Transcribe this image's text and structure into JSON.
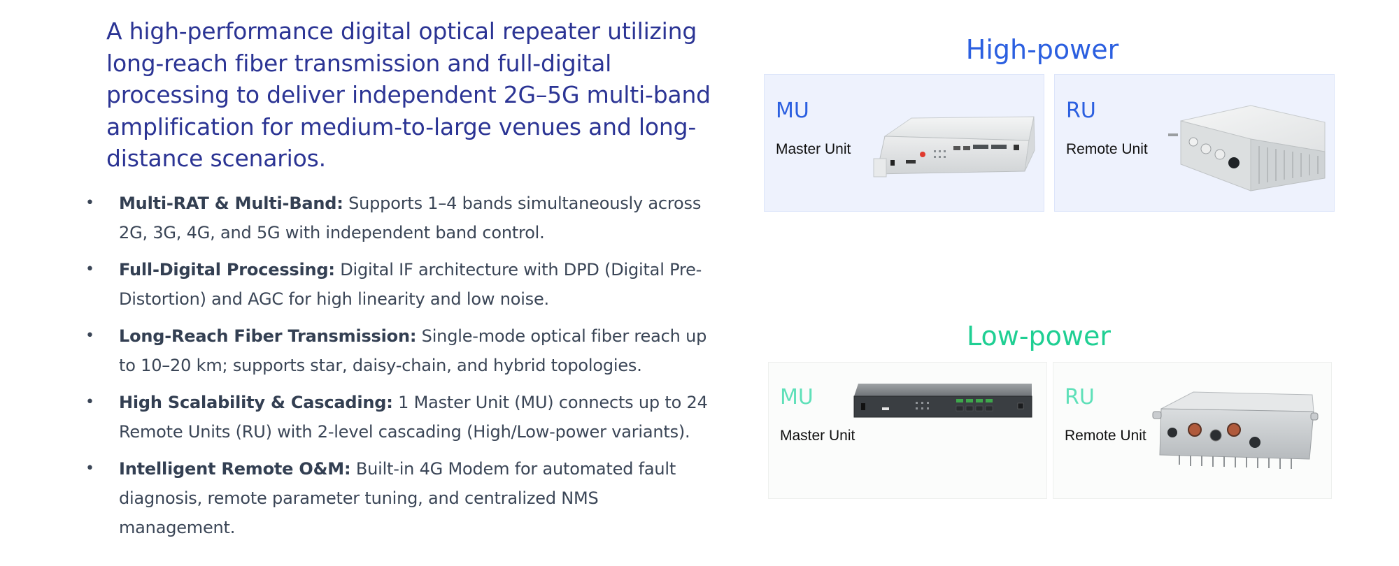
{
  "intro": "A high-performance digital optical repeater utilizing long-reach fiber transmission and full-digital processing to deliver independent 2G–5G multi-band amplification for medium-to-large venues and long-distance scenarios.",
  "features": [
    {
      "title": "Multi-RAT & Multi-Band:",
      "text": " Supports 1–4 bands simultaneously across 2G, 3G, 4G, and 5G with independent band control."
    },
    {
      "title": "Full-Digital Processing:",
      "text": " Digital IF architecture with DPD (Digital Pre-Distortion) and AGC for high linearity and low noise."
    },
    {
      "title": "Long-Reach Fiber Transmission:",
      "text": " Single-mode optical fiber reach up to 10–20 km; supports star, daisy-chain, and hybrid topologies."
    },
    {
      "title": "High Scalability & Cascading:",
      "text": " 1 Master Unit (MU) connects up to 24 Remote Units (RU) with 2-level cascading (High/Low-power variants)."
    },
    {
      "title": "Intelligent Remote O&M:",
      "text": " Built-in 4G Modem for automated fault diagnosis, remote parameter tuning, and centralized NMS management."
    }
  ],
  "bullet": "•",
  "high_power": {
    "heading": "High-power",
    "color": "#2b5fe0",
    "units": [
      {
        "code": "MU",
        "name": "Master Unit",
        "image": "white-rack-master-unit"
      },
      {
        "code": "RU",
        "name": "Remote Unit",
        "image": "white-enclosure-remote-unit"
      }
    ]
  },
  "low_power": {
    "heading": "Low-power",
    "color": "#1fcf93",
    "units": [
      {
        "code": "MU",
        "name": "Master Unit",
        "image": "dark-rack-master-unit"
      },
      {
        "code": "RU",
        "name": "Remote Unit",
        "image": "finned-outdoor-remote-unit"
      }
    ]
  }
}
